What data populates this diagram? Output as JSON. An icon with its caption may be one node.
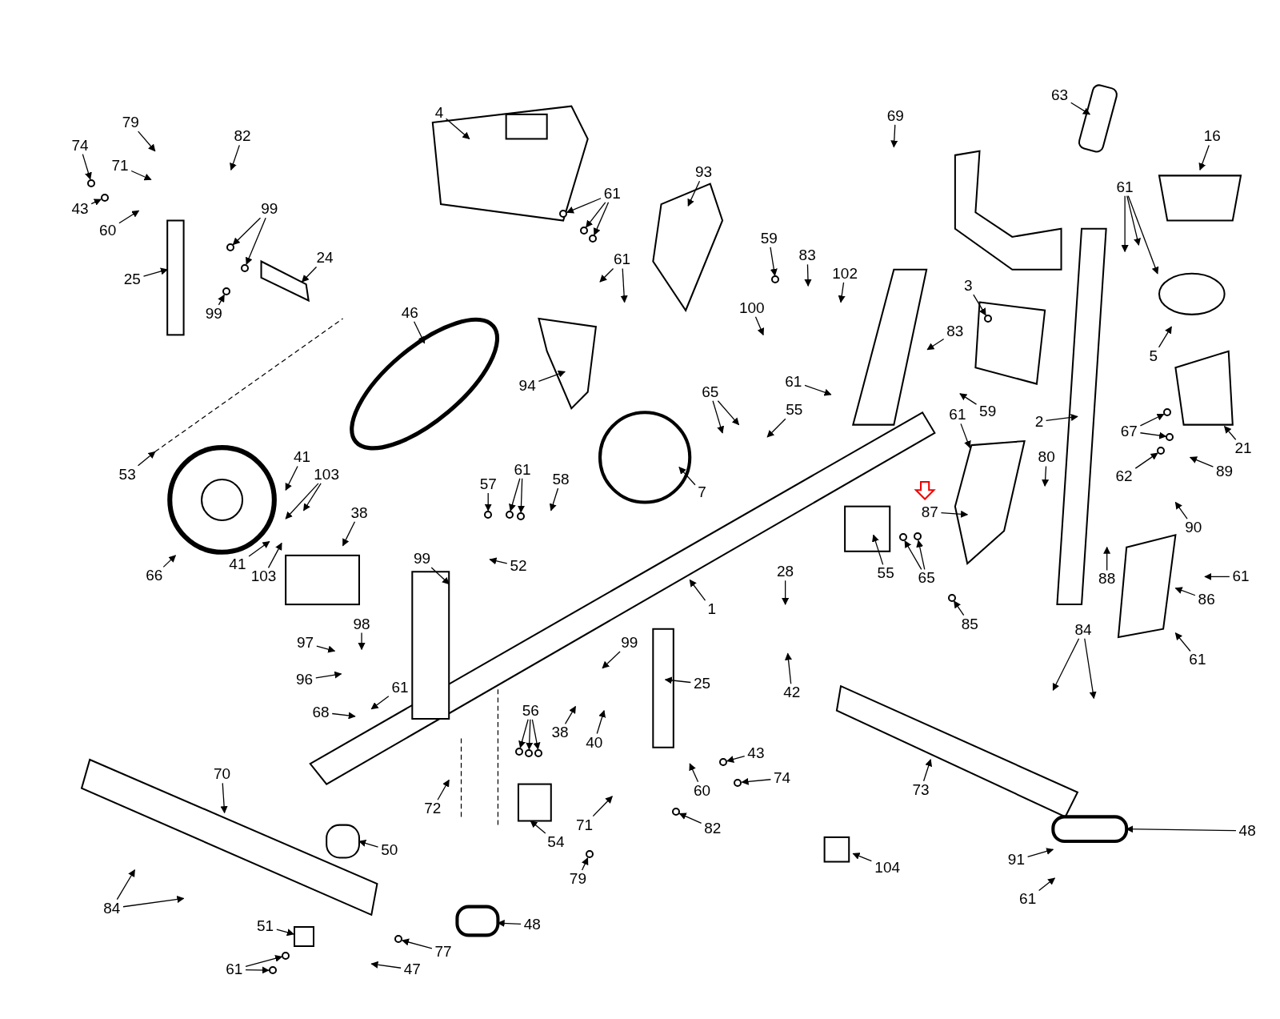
{
  "diagram": {
    "nodes": [
      {
        "text": [
          "79"
        ]
      },
      {
        "text": [
          "74"
        ]
      },
      {
        "text": [
          "71"
        ]
      },
      {
        "text": [
          "82"
        ]
      },
      {
        "text": [
          "43"
        ]
      },
      {
        "text": [
          "60"
        ]
      },
      {
        "text": [
          "99"
        ]
      },
      {
        "text": [
          "25"
        ]
      },
      {
        "text": [
          "24"
        ]
      },
      {
        "text": [
          "99"
        ]
      },
      {
        "text": [
          "4"
        ]
      },
      {
        "text": [
          "61"
        ]
      },
      {
        "text": [
          "93"
        ]
      },
      {
        "text": [
          "61"
        ]
      },
      {
        "text": [
          "46"
        ]
      },
      {
        "text": [
          "94"
        ]
      },
      {
        "text": [
          "69"
        ]
      },
      {
        "text": [
          "63"
        ]
      },
      {
        "text": [
          "16"
        ]
      },
      {
        "text": [
          "61"
        ]
      },
      {
        "text": [
          "59"
        ]
      },
      {
        "text": [
          "83"
        ]
      },
      {
        "text": [
          "102"
        ]
      },
      {
        "text": [
          "100"
        ]
      },
      {
        "text": [
          "3"
        ]
      },
      {
        "text": [
          "83"
        ]
      },
      {
        "text": [
          "61"
        ]
      },
      {
        "text": [
          "59"
        ]
      },
      {
        "text": [
          "65"
        ]
      },
      {
        "text": [
          "55"
        ]
      },
      {
        "text": [
          "5"
        ]
      },
      {
        "text": [
          "2"
        ]
      },
      {
        "text": [
          "67"
        ]
      },
      {
        "text": [
          "21"
        ]
      },
      {
        "text": [
          "53"
        ]
      },
      {
        "text": [
          "41"
        ]
      },
      {
        "text": [
          "103"
        ]
      },
      {
        "text": [
          "61"
        ]
      },
      {
        "text": [
          "57"
        ]
      },
      {
        "text": [
          "58"
        ]
      },
      {
        "text": [
          "7"
        ]
      },
      {
        "text": [
          "61"
        ]
      },
      {
        "text": [
          "80"
        ]
      },
      {
        "text": [
          "62"
        ]
      },
      {
        "text": [
          "89"
        ]
      },
      {
        "text": [
          "87"
        ]
      },
      {
        "text": [
          "90"
        ]
      },
      {
        "text": [
          "38"
        ]
      },
      {
        "text": [
          "52"
        ]
      },
      {
        "text": [
          "66"
        ]
      },
      {
        "text": [
          "41"
        ]
      },
      {
        "text": [
          "103"
        ]
      },
      {
        "text": [
          "99"
        ]
      },
      {
        "text": [
          "1"
        ]
      },
      {
        "text": [
          "55"
        ]
      },
      {
        "text": [
          "65"
        ]
      },
      {
        "text": [
          "88"
        ]
      },
      {
        "text": [
          "61"
        ]
      },
      {
        "text": [
          "85"
        ]
      },
      {
        "text": [
          "86"
        ]
      },
      {
        "text": [
          "28"
        ]
      },
      {
        "text": [
          "42"
        ]
      },
      {
        "text": [
          "98"
        ]
      },
      {
        "text": [
          "97"
        ]
      },
      {
        "text": [
          "96"
        ]
      },
      {
        "text": [
          "99"
        ]
      },
      {
        "text": [
          "61"
        ]
      },
      {
        "text": [
          "84"
        ]
      },
      {
        "text": [
          "25"
        ]
      },
      {
        "text": [
          "61"
        ]
      },
      {
        "text": [
          "68"
        ]
      },
      {
        "text": [
          "56"
        ]
      },
      {
        "text": [
          "38"
        ]
      },
      {
        "text": [
          "40"
        ]
      },
      {
        "text": [
          "43"
        ]
      },
      {
        "text": [
          "74"
        ]
      },
      {
        "text": [
          "60"
        ]
      },
      {
        "text": [
          "73"
        ]
      },
      {
        "text": [
          "70"
        ]
      },
      {
        "text": [
          "72"
        ]
      },
      {
        "text": [
          "71"
        ]
      },
      {
        "text": [
          "82"
        ]
      },
      {
        "text": [
          "48"
        ]
      },
      {
        "text": [
          "54"
        ]
      },
      {
        "text": [
          "50"
        ]
      },
      {
        "text": [
          "104"
        ]
      },
      {
        "text": [
          "79"
        ]
      },
      {
        "text": [
          "91"
        ]
      },
      {
        "text": [
          "84"
        ]
      },
      {
        "text": [
          "48"
        ]
      },
      {
        "text": [
          "51"
        ]
      },
      {
        "text": [
          "77"
        ]
      },
      {
        "text": [
          "47"
        ]
      },
      {
        "text": [
          "61"
        ]
      },
      {
        "text": [
          "61"
        ]
      },
      {
        "text": [],
        "shape": "circle"
      },
      {
        "text": [],
        "shape": "circle"
      },
      {
        "text": [],
        "shape": "circle"
      },
      {
        "text": [],
        "shape": "circle"
      },
      {
        "text": [],
        "shape": "circle"
      },
      {
        "text": [],
        "shape": "circle"
      },
      {
        "text": [],
        "shape": "circle"
      },
      {
        "text": [],
        "shape": "circle"
      },
      {
        "text": [],
        "shape": "circle"
      },
      {
        "text": [],
        "shape": "circle"
      },
      {
        "text": [],
        "shape": "circle"
      },
      {
        "text": [],
        "shape": "circle"
      },
      {
        "text": [],
        "shape": "circle"
      },
      {
        "text": [],
        "shape": "circle"
      },
      {
        "text": [],
        "shape": "circle"
      },
      {
        "text": [],
        "shape": "circle"
      },
      {
        "text": [],
        "shape": "circle"
      },
      {
        "text": [],
        "shape": "circle"
      },
      {
        "text": [],
        "shape": "circle"
      },
      {
        "text": [],
        "shape": "circle"
      },
      {
        "text": [],
        "shape": "circle"
      },
      {
        "text": [],
        "shape": "circle"
      },
      {
        "text": [],
        "shape": "circle"
      },
      {
        "text": [],
        "shape": "circle"
      },
      {
        "text": [],
        "shape": "circle"
      },
      {
        "text": [],
        "shape": "circle"
      },
      {
        "text": [],
        "shape": "circle"
      },
      {
        "text": [],
        "shape": "box"
      },
      {
        "text": [],
        "shape": "circle"
      },
      {
        "text": [],
        "shape": "circle"
      }
    ],
    "edges": [
      {
        "from": 0,
        "to": null,
        "arrow": "to"
      },
      {
        "from": 1,
        "to": 95,
        "arrow": "to"
      },
      {
        "from": 2,
        "to": null,
        "arrow": "to"
      },
      {
        "from": 3,
        "to": null,
        "arrow": "to"
      },
      {
        "from": 4,
        "to": 96,
        "arrow": "to"
      },
      {
        "from": 5,
        "to": null,
        "arrow": "to"
      },
      {
        "from": 6,
        "to": 123,
        "arrow": "to"
      },
      {
        "from": 6,
        "to": 117,
        "arrow": "to"
      },
      {
        "from": 7,
        "to": null,
        "arrow": "to"
      },
      {
        "from": 8,
        "to": null,
        "arrow": "to"
      },
      {
        "from": 9,
        "to": 97,
        "arrow": "to"
      },
      {
        "from": 10,
        "to": null,
        "arrow": "to"
      },
      {
        "from": 11,
        "to": 118,
        "arrow": "to"
      },
      {
        "from": 11,
        "to": 98,
        "arrow": "to"
      },
      {
        "from": 11,
        "to": 99,
        "arrow": "to"
      },
      {
        "from": 12,
        "to": null,
        "arrow": "to"
      },
      {
        "from": 13,
        "to": null,
        "arrow": "to"
      },
      {
        "from": 13,
        "to": null,
        "arrow": "to"
      },
      {
        "from": 14,
        "to": null,
        "arrow": "to"
      },
      {
        "from": 15,
        "to": null,
        "arrow": "to"
      },
      {
        "from": 16,
        "to": null,
        "arrow": "to"
      },
      {
        "from": 17,
        "to": null,
        "arrow": "to"
      },
      {
        "from": 18,
        "to": null,
        "arrow": "to"
      },
      {
        "from": 19,
        "to": null,
        "arrow": "to"
      },
      {
        "from": 19,
        "to": null,
        "arrow": "to"
      },
      {
        "from": 19,
        "to": null,
        "arrow": "to"
      },
      {
        "from": 20,
        "to": 100,
        "arrow": "to"
      },
      {
        "from": 21,
        "to": null,
        "arrow": "to"
      },
      {
        "from": 22,
        "to": null,
        "arrow": "to"
      },
      {
        "from": 23,
        "to": null,
        "arrow": "to"
      },
      {
        "from": 24,
        "to": 101,
        "arrow": "to"
      },
      {
        "from": 25,
        "to": null,
        "arrow": "to"
      },
      {
        "from": 26,
        "to": null,
        "arrow": "to"
      },
      {
        "from": 27,
        "to": null,
        "arrow": "to"
      },
      {
        "from": 28,
        "to": null,
        "arrow": "to"
      },
      {
        "from": 28,
        "to": null,
        "arrow": "to"
      },
      {
        "from": 29,
        "to": null,
        "arrow": "to"
      },
      {
        "from": 30,
        "to": null,
        "arrow": "to"
      },
      {
        "from": 31,
        "to": null,
        "arrow": "to"
      },
      {
        "from": 32,
        "to": 124,
        "arrow": "to"
      },
      {
        "from": 32,
        "to": 119,
        "arrow": "to"
      },
      {
        "from": 33,
        "to": null,
        "arrow": "to"
      },
      {
        "from": 34,
        "to": null,
        "arrow": "to"
      },
      {
        "from": 35,
        "to": null,
        "arrow": "to"
      },
      {
        "from": 36,
        "to": null,
        "arrow": "to"
      },
      {
        "from": 36,
        "to": null,
        "arrow": "to"
      },
      {
        "from": 37,
        "to": 102,
        "arrow": "to"
      },
      {
        "from": 37,
        "to": 120,
        "arrow": "to"
      },
      {
        "from": 38,
        "to": 121,
        "arrow": "to"
      },
      {
        "from": 39,
        "to": null,
        "arrow": "to"
      },
      {
        "from": 40,
        "to": null,
        "arrow": "to"
      },
      {
        "from": 41,
        "to": null,
        "arrow": "to"
      },
      {
        "from": 42,
        "to": null,
        "arrow": "to"
      },
      {
        "from": 43,
        "to": 103,
        "arrow": "to"
      },
      {
        "from": 44,
        "to": null,
        "arrow": "to"
      },
      {
        "from": 45,
        "to": null,
        "arrow": "to"
      },
      {
        "from": 46,
        "to": null,
        "arrow": "to"
      },
      {
        "from": 47,
        "to": null,
        "arrow": "to"
      },
      {
        "from": 48,
        "to": null,
        "arrow": "to"
      },
      {
        "from": 49,
        "to": null,
        "arrow": "to"
      },
      {
        "from": 50,
        "to": null,
        "arrow": "to"
      },
      {
        "from": 51,
        "to": null,
        "arrow": "to"
      },
      {
        "from": 52,
        "to": null,
        "arrow": "to"
      },
      {
        "from": 53,
        "to": null,
        "arrow": "to"
      },
      {
        "from": 54,
        "to": null,
        "arrow": "to"
      },
      {
        "from": 55,
        "to": 104,
        "arrow": "to"
      },
      {
        "from": 55,
        "to": 105,
        "arrow": "to"
      },
      {
        "from": 56,
        "to": null,
        "arrow": "to"
      },
      {
        "from": 57,
        "to": null,
        "arrow": "to"
      },
      {
        "from": 58,
        "to": 106,
        "arrow": "to"
      },
      {
        "from": 59,
        "to": null,
        "arrow": "to"
      },
      {
        "from": 60,
        "to": null,
        "arrow": "to"
      },
      {
        "from": 61,
        "to": null,
        "arrow": "to"
      },
      {
        "from": 62,
        "to": null,
        "arrow": "to"
      },
      {
        "from": 63,
        "to": null,
        "arrow": "to"
      },
      {
        "from": 64,
        "to": null,
        "arrow": "to"
      },
      {
        "from": 65,
        "to": null,
        "arrow": "to"
      },
      {
        "from": 66,
        "to": null,
        "arrow": "to"
      },
      {
        "from": 67,
        "to": null,
        "arrow": "to"
      },
      {
        "from": 67,
        "to": null,
        "arrow": "to"
      },
      {
        "from": 68,
        "to": null,
        "arrow": "to"
      },
      {
        "from": 69,
        "to": null,
        "arrow": "to"
      },
      {
        "from": 70,
        "to": null,
        "arrow": "to"
      },
      {
        "from": 71,
        "to": 107,
        "arrow": "to"
      },
      {
        "from": 71,
        "to": 108,
        "arrow": "to"
      },
      {
        "from": 71,
        "to": 109,
        "arrow": "to"
      },
      {
        "from": 72,
        "to": null,
        "arrow": "to"
      },
      {
        "from": 73,
        "to": null,
        "arrow": "to"
      },
      {
        "from": 74,
        "to": 110,
        "arrow": "to"
      },
      {
        "from": 75,
        "to": 111,
        "arrow": "to"
      },
      {
        "from": 76,
        "to": null,
        "arrow": "to"
      },
      {
        "from": 77,
        "to": null,
        "arrow": "to"
      },
      {
        "from": 78,
        "to": null,
        "arrow": "to"
      },
      {
        "from": 79,
        "to": null,
        "arrow": "to"
      },
      {
        "from": 80,
        "to": null,
        "arrow": "to"
      },
      {
        "from": 81,
        "to": 112,
        "arrow": "to"
      },
      {
        "from": 82,
        "to": null,
        "arrow": "to"
      },
      {
        "from": 83,
        "to": null,
        "arrow": "to"
      },
      {
        "from": 84,
        "to": null,
        "arrow": "to"
      },
      {
        "from": 85,
        "to": null,
        "arrow": "to"
      },
      {
        "from": 86,
        "to": 113,
        "arrow": "to"
      },
      {
        "from": 87,
        "to": null,
        "arrow": "to"
      },
      {
        "from": 88,
        "to": null,
        "arrow": "to"
      },
      {
        "from": 88,
        "to": null,
        "arrow": "to"
      },
      {
        "from": 89,
        "to": null,
        "arrow": "to"
      },
      {
        "from": 90,
        "to": 122,
        "arrow": "to"
      },
      {
        "from": 91,
        "to": 114,
        "arrow": "to"
      },
      {
        "from": 92,
        "to": null,
        "arrow": "to"
      },
      {
        "from": 93,
        "to": 115,
        "arrow": "to"
      },
      {
        "from": 93,
        "to": 116,
        "arrow": "to"
      },
      {
        "from": 94,
        "to": null,
        "arrow": "to"
      }
    ]
  }
}
